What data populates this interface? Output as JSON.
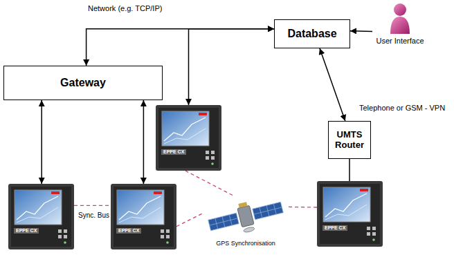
{
  "diagram": {
    "nodes": [
      {
        "text": [
          "Database"
        ]
      },
      {
        "text": [
          "User Interface"
        ]
      },
      {
        "text": [
          "Gateway"
        ]
      },
      {
        "text": [
          "EPPE CX"
        ]
      },
      {
        "text": [
          "UMTS Router"
        ]
      },
      {
        "text": [
          "EPPE CX"
        ]
      },
      {
        "text": [
          "EPPE CX"
        ]
      },
      {
        "text": [
          "EPPE CX"
        ]
      },
      {
        "text": [
          "GPS Synchronisation"
        ]
      }
    ],
    "edges": [
      {
        "from": 1,
        "to": 0,
        "arrow": "to"
      },
      {
        "from": 2,
        "to": 0,
        "arrow": "both"
      },
      {
        "from": 3,
        "to": 0,
        "arrow": "both"
      },
      {
        "from": 0,
        "to": 4,
        "arrow": "both"
      },
      {
        "from": 4,
        "to": 7,
        "arrow": "none"
      },
      {
        "from": 2,
        "to": 5,
        "arrow": "both"
      },
      {
        "from": 2,
        "to": 6,
        "arrow": "both"
      },
      {
        "from": 5,
        "to": 6,
        "arrow": "none"
      },
      {
        "from": 6,
        "to": 8,
        "arrow": "none"
      },
      {
        "from": 3,
        "to": 8,
        "arrow": "none"
      },
      {
        "from": 7,
        "to": 8,
        "arrow": "none"
      }
    ],
    "labels": [
      "Network (e.g. TCP/IP)",
      "Telephone or GSM - VPN",
      "Sync. Bus"
    ]
  }
}
